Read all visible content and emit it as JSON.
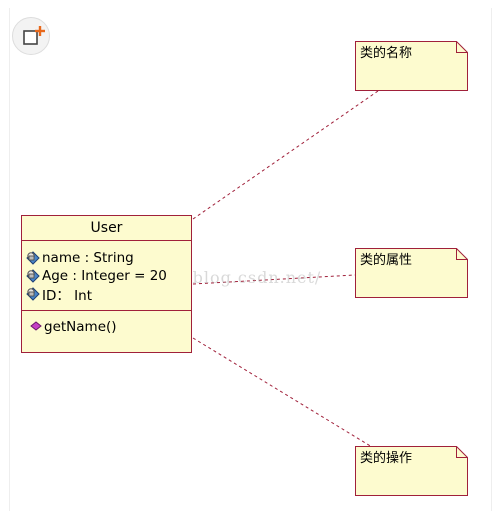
{
  "class_box": {
    "name": "User",
    "attributes": [
      {
        "text": "name : String"
      },
      {
        "text": "Age : Integer = 20"
      },
      {
        "text": "ID： Int"
      }
    ],
    "operations": [
      {
        "text": "getName()"
      }
    ]
  },
  "notes": [
    {
      "text": "类的名称"
    },
    {
      "text": "类的属性"
    },
    {
      "text": "类的操作"
    }
  ],
  "watermark": "http://blog.csdn.net/",
  "colors": {
    "class_fill": "#fdfbcf",
    "border": "#a0203a",
    "toolbar_icon": "#e8681a"
  },
  "icons": {
    "toolbar": "add-note-icon",
    "attribute": "attribute-icon",
    "operation": "operation-icon"
  }
}
